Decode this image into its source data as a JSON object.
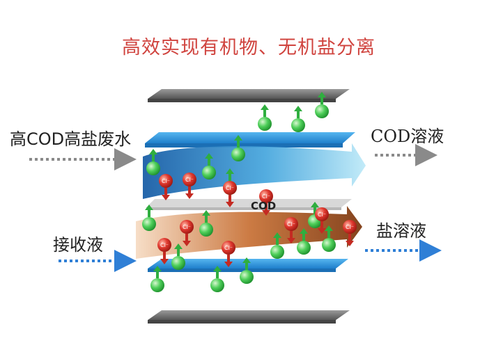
{
  "title": "高效实现有机物、无机盐分离",
  "labels": {
    "inlet_feed": "高COD高盐废水",
    "outlet_cod": "COD溶液",
    "inlet_receiver": "接收液",
    "outlet_salt": "盐溶液",
    "middle_label": "COD"
  },
  "ion_label": "Cl⁻",
  "colors": {
    "title": "#d0443f",
    "membrane_blue": "#2a8fd6",
    "plate_gray": "#6b6b6b",
    "upper_flow": "#1f6fb2",
    "lower_flow": "#9a4f1c",
    "green_ion": "#36c24a",
    "red_ion": "#d9302b",
    "feed_arrow": "#8a8a8a",
    "receiver_arrow": "#2f7fd6"
  }
}
